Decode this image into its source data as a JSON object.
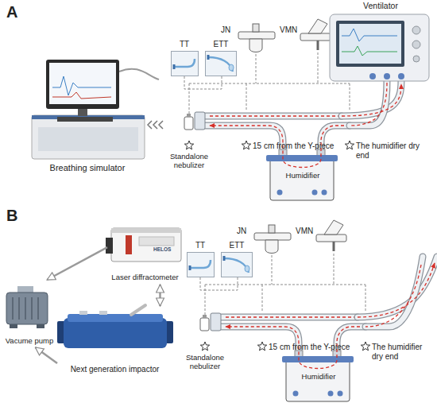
{
  "diagram": {
    "nodes": [
      {
        "text": [
          "Breathing simulator"
        ]
      },
      {
        "text": [
          "TT"
        ]
      },
      {
        "text": [
          "ETT"
        ]
      },
      {
        "text": [
          "JN"
        ]
      },
      {
        "text": [
          "VMN"
        ]
      },
      {
        "text": [
          "Ventilator"
        ]
      },
      {
        "text": [
          "Humidifier"
        ]
      },
      {
        "text": [
          "TT"
        ]
      },
      {
        "text": [
          "ETT"
        ]
      },
      {
        "text": [
          "JN"
        ]
      },
      {
        "text": [
          "VMN"
        ]
      },
      {
        "text": [
          "Laser diffractometer",
          "HELOS"
        ]
      },
      {
        "text": [
          "Next generation impactor"
        ]
      },
      {
        "text": [
          "Vacume pump"
        ]
      },
      {
        "text": [
          "Humidifier"
        ]
      }
    ],
    "edges": [
      {
        "from": 11,
        "to": 13,
        "arrow": "to"
      },
      {
        "from": 12,
        "to": 13,
        "arrow": "to"
      },
      {
        "from": 11,
        "to": 12,
        "arrow": "both"
      }
    ],
    "labels": [
      "A",
      "Standalone nebulizer",
      "15 cm from the Y-piece",
      "The humidifier dry end",
      "B",
      "Standalone nebulizer",
      "15 cm from the Y-piece",
      "The humidifier dry end"
    ]
  }
}
